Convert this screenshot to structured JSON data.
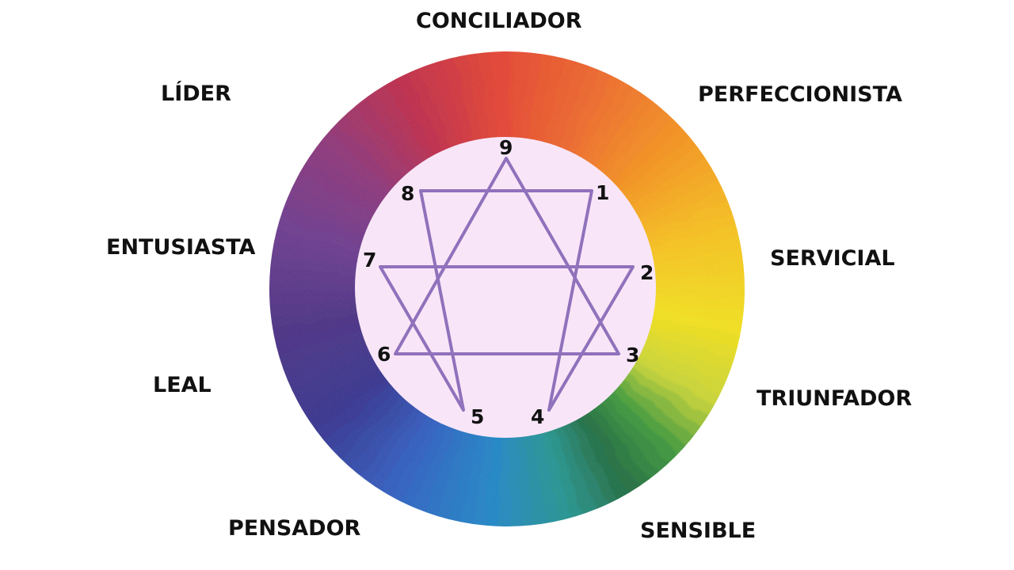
{
  "labels": {
    "t9": "CONCILIADOR",
    "t1": "PERFECCIONISTA",
    "t2": "SERVICIAL",
    "t3": "TRIUNFADOR",
    "t4": "SENSIBLE",
    "t5": "PENSADOR",
    "t6": "LEAL",
    "t7": "ENTUSIASTA",
    "t8": "LÍDER"
  },
  "numbers": {
    "n1": "1",
    "n2": "2",
    "n3": "3",
    "n4": "4",
    "n5": "5",
    "n6": "6",
    "n7": "7",
    "n8": "8",
    "n9": "9"
  },
  "colors": {
    "inner_disk": "#f8e6f8",
    "line": "#8b6bb8",
    "text": "#111111"
  }
}
